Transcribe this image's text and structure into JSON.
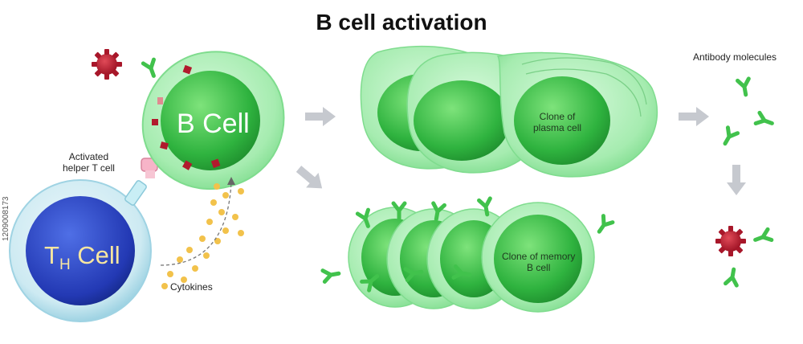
{
  "title": "B cell activation",
  "cells": {
    "b_cell": "B Cell",
    "t_cell_main": "T",
    "t_cell_sub": "H",
    "t_cell_suffix": " Cell"
  },
  "labels": {
    "helper_line1": "Activated",
    "helper_line2": "helper T cell",
    "cytokines": "Cytokines",
    "plasma_line1": "Clone of",
    "plasma_line2": "plasma cell",
    "memory_line1": "Clone of memory",
    "memory_line2": "B cell",
    "antibodies": "Antibody molecules"
  },
  "image_id": "1209008173",
  "colors": {
    "cell_green": "#3fc24f",
    "cytoplasm_green": "#aef0b6",
    "tcell_blue": "#2b48c8",
    "antigen_red": "#b8182c",
    "antibody_green": "#41c24c",
    "arrow_gray": "#c6c9cf"
  }
}
